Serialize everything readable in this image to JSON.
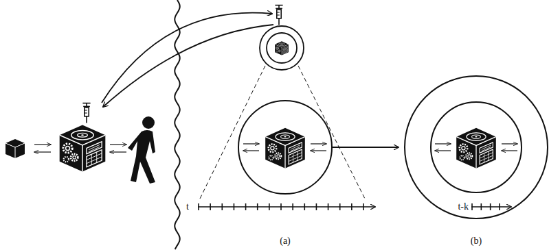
{
  "diagram": {
    "labels": [
      "t",
      "t-k",
      "(a)",
      "(b)"
    ]
  }
}
